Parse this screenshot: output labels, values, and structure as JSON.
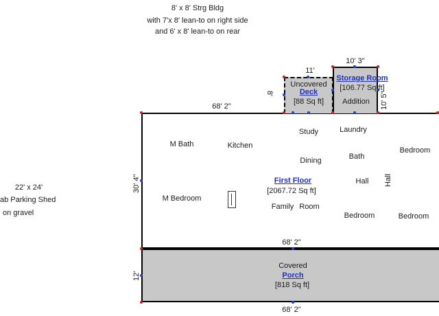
{
  "notes": {
    "storage_line1": "8' x 8' Strg Bldg",
    "storage_line2": "with 7'x 8' lean-to on right side",
    "storage_line3": "and 6' x 8' lean-to on rear",
    "shed_line1": "22' x 24'",
    "shed_line2": "ab Parking Shed",
    "shed_line3": "on gravel"
  },
  "areas": {
    "first_floor": {
      "name": "First Floor",
      "size": "[2067.72 Sq ft]"
    },
    "deck": {
      "label": "Uncovered",
      "name": "Deck",
      "size": "[88 Sq ft]"
    },
    "storage": {
      "name": "Storage Room",
      "size": "[106.77 Sq ft]",
      "label": "Addition"
    },
    "porch": {
      "label": "Covered",
      "name": "Porch",
      "size": "[818 Sq ft]"
    }
  },
  "dimensions": {
    "house_top": "68' 2\"",
    "house_left": "30' 4\"",
    "porch_top": "68' 2\"",
    "porch_left": "12'",
    "porch_bottom": "68' 2\"",
    "deck_top": "11'",
    "deck_left": "8'",
    "storage_top": "10' 3\"",
    "storage_right": "10' 5\""
  },
  "rooms": {
    "m_bath": "M Bath",
    "kitchen": "Kitchen",
    "study": "Study",
    "laundry": "Laundry",
    "bedroom_1": "Bedroom",
    "dining": "Dining",
    "bath": "Bath",
    "hall_1": "Hall",
    "hall_2": "Hall",
    "m_bedroom": "M Bedroom",
    "family": "Family",
    "room": "Room",
    "bedroom_2": "Bedroom",
    "bedroom_3": "Bedroom"
  },
  "colors": {
    "area_label": "#1f2fc8",
    "outline": "#000000",
    "addition_fill": "#c8c8c8",
    "porch_fill": "#c8c8c8",
    "corner_marker": "#cc1f1f",
    "midpoint_marker": "#1f3fd0"
  }
}
